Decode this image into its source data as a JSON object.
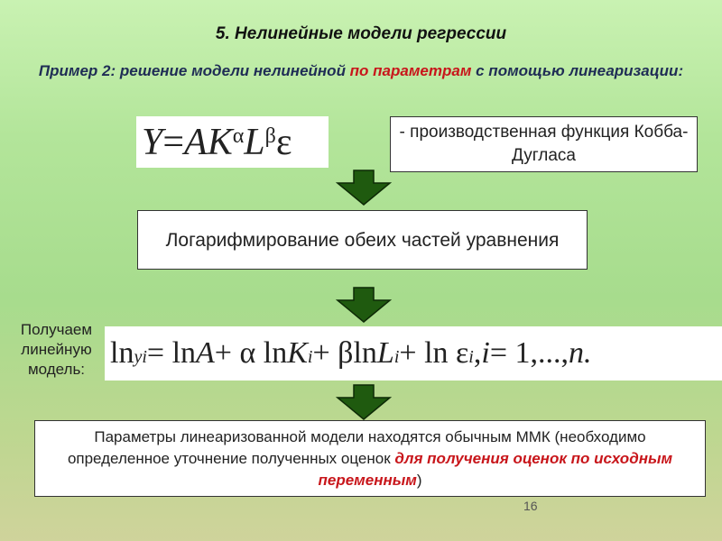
{
  "slide": {
    "title": "5. Нелинейные модели регрессии",
    "subtitle_part1": "Пример 2: решение модели нелинейной ",
    "subtitle_highlight": "по параметрам",
    "subtitle_part2": " с помощью линеаризации:",
    "formula_cobb_douglas": {
      "lhs": "Y",
      "eq": " = ",
      "A": "A",
      "K": "K",
      "alpha": "α",
      "L": " L",
      "beta": "β",
      "eps": "ε"
    },
    "cobb_douglas_label": "- производственная функция Кобба-Дугласа",
    "log_step": "Логарифмирование обеих частей уравнения",
    "obtain_label": "Получаем линейную модель:",
    "formula_linear": {
      "ln1": "ln",
      "yi": "yi",
      "eq": " = ln ",
      "A": "A",
      "plus1": " + α ln ",
      "K": "K",
      "i1": "i",
      "plus2": " + βln ",
      "L": "L",
      "i2": "i",
      "plus3": " + ln ε",
      "i3": "i",
      "comma": " ,  ",
      "i": "i",
      "range": " =  1,..., ",
      "n": "n."
    },
    "params_part1": "Параметры линеаризованной модели находятся обычным ММК (необходимо определенное уточнение полученных оценок ",
    "params_highlight": "для получения оценок по исходным переменным",
    "params_part2": ")",
    "page_number": "16"
  },
  "colors": {
    "arrow_fill": "#1f5a0f",
    "highlight_red": "#c8161b"
  }
}
